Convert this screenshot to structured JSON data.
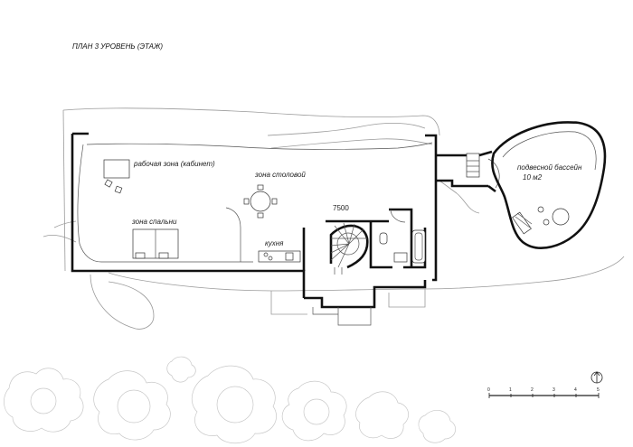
{
  "plan": {
    "title": "ПЛАН  3 УРОВЕНЬ (ЭТАЖ)",
    "rooms": {
      "workspace": "рабочая зона (кабинет)",
      "dining": "зона столовой",
      "sleeping": "зона спальни",
      "kitchen": "кухня",
      "pool_line1": "подвесной бассейн",
      "pool_line2": "10 м2"
    },
    "dimension": "7500"
  },
  "scale_bar": {
    "ticks": [
      "0",
      "1",
      "2",
      "3",
      "4",
      "5"
    ]
  }
}
